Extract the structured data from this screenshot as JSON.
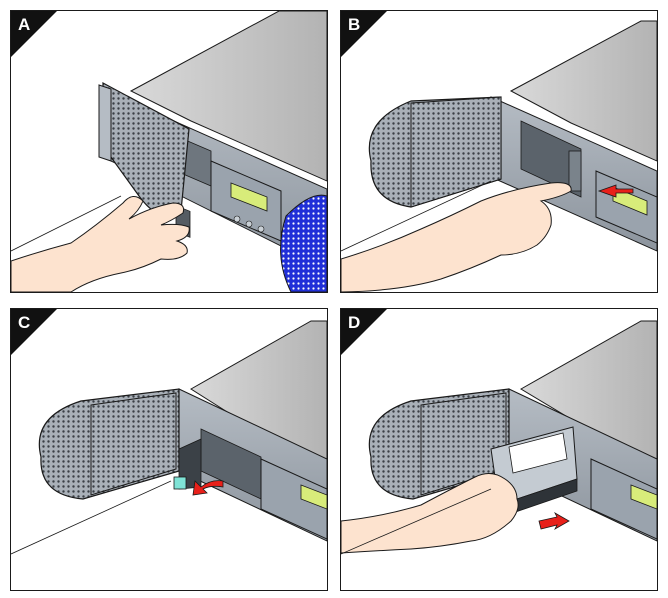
{
  "panels": [
    {
      "id": "a",
      "label": "A"
    },
    {
      "id": "b",
      "label": "B"
    },
    {
      "id": "c",
      "label": "C"
    },
    {
      "id": "d",
      "label": "D"
    }
  ],
  "colors": {
    "outline": "#1a1a1a",
    "chassis_top": "#c7c7c7",
    "chassis_front": "#9aa3ad",
    "bezel_blue": "#2130d8",
    "skin": "#fde3cf",
    "arrow_red": "#e8201a",
    "lcd_green": "#d8ec7a",
    "latch_teal": "#7fe3d6"
  }
}
